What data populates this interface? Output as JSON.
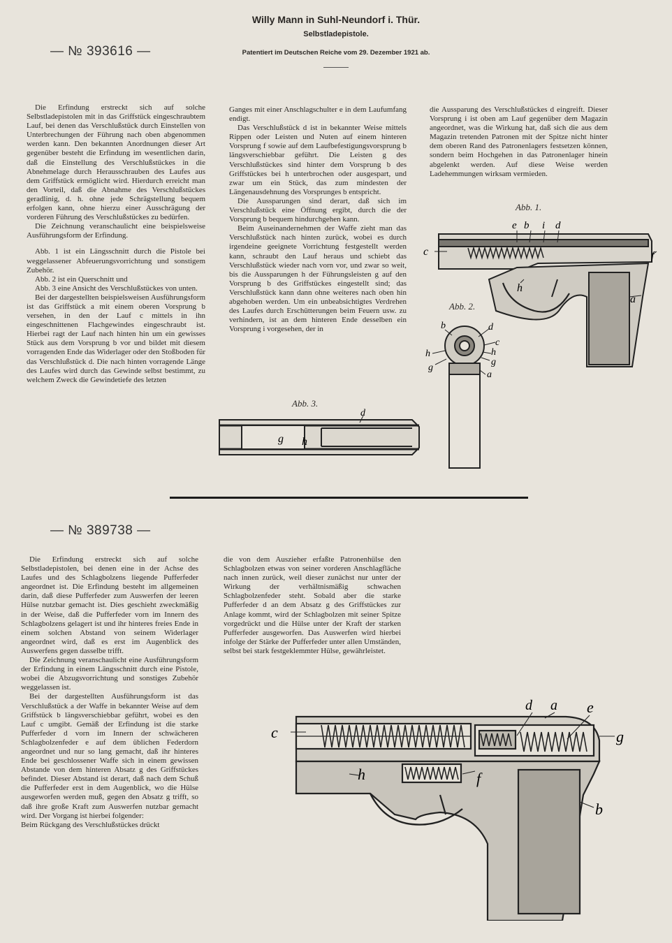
{
  "top": {
    "patent_number": "— № 393616 —",
    "inventor": "Willy Mann in Suhl-Neundorf i. Thür.",
    "title": "Selbstladepistole.",
    "patent_date": "Patentiert im Deutschen Reiche vom 29. Dezember 1921 ab.",
    "col1": [
      "Die Erfindung erstreckt sich auf solche Selbstladepistolen mit in das Griffstück eingeschraubtem Lauf, bei denen das Verschlußstück durch Einstellen von Unterbrechungen der Führung nach oben abgenommen werden kann. Den bekannten Anordnungen dieser Art gegenüber besteht die Erfindung im wesentlichen darin, daß die Einstellung des Verschlußstückes in die Abnehmelage durch Herausschrauben des Laufes aus dem Griffstück ermöglicht wird. Hierdurch erreicht man den Vorteil, daß die Abnahme des Verschlußstückes geradlinig, d. h. ohne jede Schrägstellung bequem erfolgen kann, ohne hierzu einer Ausschrägung der vorderen Führung des Verschlußstückes zu bedürfen.",
      "Die Zeichnung veranschaulicht eine beispielsweise Ausführungsform der Erfindung.",
      "Abb. 1 ist ein Längsschnitt durch die Pistole bei weggelassener Abfeuerungsvorrichtung und sonstigem Zubehör.",
      "Abb. 2 ist ein Querschnitt und",
      "Abb. 3 eine Ansicht des Verschlußstückes von unten.",
      "Bei der dargestellten beispielsweisen Ausführungsform ist das Griffstück a mit einem oberen Vorsprung b versehen, in den der Lauf c mittels in ihn eingeschnittenen Flachgewindes eingeschraubt ist. Hierbei ragt der Lauf nach hinten hin um ein gewisses Stück aus dem Vorsprung b vor und bildet mit diesem vorragenden Ende das Widerlager oder den Stoßboden für das Verschlußstück d. Die nach hinten vorragende Länge des Laufes wird durch das Gewinde selbst bestimmt, zu welchem Zweck die Gewindetiefe des letzten"
    ],
    "col2": [
      "Ganges mit einer Anschlagschulter e in dem Laufumfang endigt.",
      "Das Verschlußstück d ist in bekannter Weise mittels Rippen oder Leisten und Nuten auf einem hinteren Vorsprung f sowie auf dem Laufbefestigungsvorsprung b längsverschiebbar geführt. Die Leisten g des Verschlußstückes sind hinter dem Vorsprung b des Griffstückes bei h unterbrochen oder ausgespart, und zwar um ein Stück, das zum mindesten der Längenausdehnung des Vorsprunges b entspricht.",
      "Die Aussparungen sind derart, daß sich im Verschlußstück eine Öffnung ergibt, durch die der Vorsprung b bequem hindurchgehen kann.",
      "Beim Auseinandernehmen der Waffe zieht man das Verschlußstück nach hinten zurück, wobei es durch irgendeine geeignete Vorrichtung festgestellt werden kann, schraubt den Lauf heraus und schiebt das Verschlußstück wieder nach vorn vor, und zwar so weit, bis die Aussparungen h der Führungsleisten g auf den Vorsprung b des Griffstückes eingestellt sind; das Verschlußstück kann dann ohne weiteres nach oben hin abgehoben werden. Um ein unbeabsichtigtes Verdrehen des Laufes durch Erschütterungen beim Feuern usw. zu verhindern, ist an dem hinteren Ende desselben ein Vorsprung i vorgesehen, der in"
    ],
    "col3": [
      "die Aussparung des Verschlußstückes d eingreift. Dieser Vorsprung i ist oben am Lauf gegenüber dem Magazin angeordnet, was die Wirkung hat, daß sich die aus dem Magazin tretenden Patronen mit der Spitze nicht hinter dem oberen Rand des Patronenlagers festsetzen können, sondern beim Hochgehen in das Patronenlager hinein abgelenkt werden. Auf diese Weise werden Ladehemmungen wirksam vermieden."
    ],
    "fig1": {
      "title": "Abb. 1.",
      "labels": [
        "e",
        "b",
        "i",
        "d",
        "c",
        "f",
        "h",
        "a"
      ]
    },
    "fig2": {
      "title": "Abb. 2.",
      "labels": [
        "b",
        "d",
        "c",
        "h",
        "g",
        "h",
        "g",
        "a"
      ]
    },
    "fig3": {
      "title": "Abb. 3.",
      "labels": [
        "d",
        "g",
        "h"
      ]
    }
  },
  "bottom": {
    "patent_number": "— № 389738 —",
    "col1": [
      "Die Erfindung erstreckt sich auf solche Selbstladepistolen, bei denen eine in der Achse des Laufes und des Schlagbolzens liegende Pufferfeder angeordnet ist. Die Erfindung besteht im allgemeinen darin, daß diese Pufferfeder zum Auswerfen der leeren Hülse nutzbar gemacht ist. Dies geschieht zweckmäßig in der Weise, daß die Pufferfeder vorn im Innern des Schlagbolzens gelagert ist und ihr hinteres freies Ende in einem solchen Abstand von seinem Widerlager angeordnet wird, daß es erst im Augenblick des Auswerfens gegen dasselbe trifft.",
      "Die Zeichnung veranschaulicht eine Ausführungsform der Erfindung in einem Längsschnitt durch eine Pistole, wobei die Abzugsvorrichtung und sonstiges Zubehör weggelassen ist.",
      "Bei der dargestellten Ausführungsform ist das Verschlußstück a der Waffe in bekannter Weise auf dem Griffstück b längsverschiebbar geführt, wobei es den Lauf c umgibt. Gemäß der Erfindung ist die starke Pufferfeder d vorn im Innern der schwächeren Schlagbolzenfeder e auf dem üblichen Federdorn angeordnet und nur so lang gemacht, daß ihr hinteres Ende bei geschlossener Waffe sich in einem gewissen Abstande von dem hinteren Absatz g des Griffstückes befindet. Dieser Abstand ist derart, daß nach dem Schuß die Pufferfeder erst in dem Augenblick, wo die Hülse ausgeworfen werden muß, gegen den Absatz g trifft, so daß ihre große Kraft zum Auswerfen nutzbar gemacht wird. Der Vorgang ist hierbei folgender:",
      "Beim Rückgang des Verschlußstückes drückt"
    ],
    "col2": [
      "die von dem Auszieher erfaßte Patronenhülse den Schlagbolzen etwas von seiner vorderen Anschlagfläche nach innen zurück, weil dieser zunächst nur unter der Wirkung der verhältnismäßig schwachen Schlagbolzenfeder steht. Sobald aber die starke Pufferfeder d an dem Absatz g des Griffstückes zur Anlage kommt, wird der Schlagbolzen mit seiner Spitze vorgedrückt und die Hülse unter der Kraft der starken Pufferfeder ausgeworfen. Das Auswerfen wird hierbei infolge der Stärke der Pufferfeder unter allen Umständen, selbst bei stark festgeklemmter Hülse, gewährleistet."
    ],
    "fig": {
      "labels": [
        "d",
        "a",
        "e",
        "c",
        "g",
        "h",
        "f",
        "b"
      ]
    }
  }
}
